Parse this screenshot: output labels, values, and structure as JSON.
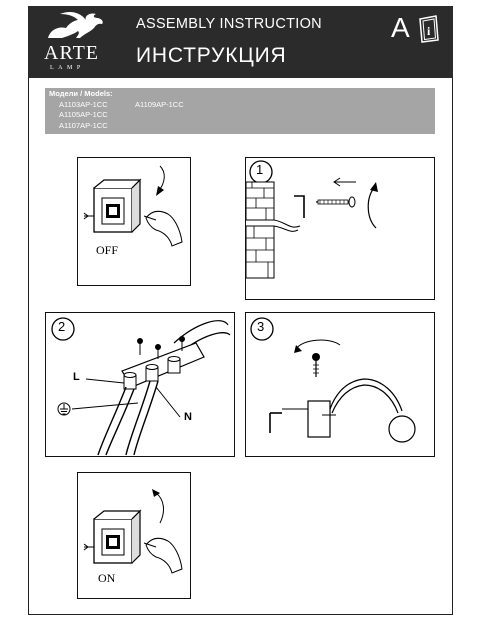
{
  "header": {
    "brand": "ARTE",
    "brand_sub": "LAMP",
    "title_en": "ASSEMBLY INSTRUCTION",
    "title_ru": "ИНСТРУКЦИЯ",
    "lang_letter": "A",
    "info_glyph": "i"
  },
  "models": {
    "heading": "Модели / Models:",
    "items": [
      "A1103AP-1CC",
      "A1109AP-1CC",
      "A1105AP-1CC",
      "A1107AP-1CC"
    ]
  },
  "steps": {
    "off_label": "OFF",
    "on_label": "ON",
    "step1": "1",
    "step2": "2",
    "step3": "3"
  },
  "wiring": {
    "live": "L",
    "neutral": "N"
  },
  "icons": {
    "logo": "griffin-logo-icon",
    "info": "info-booklet-icon",
    "rotate": "rotate-arrow-icon",
    "ground": "ground-symbol-icon"
  },
  "colors": {
    "header_bg": "#2b2b2b",
    "models_bg": "#a5a5a5",
    "text_light": "#ffffff"
  }
}
